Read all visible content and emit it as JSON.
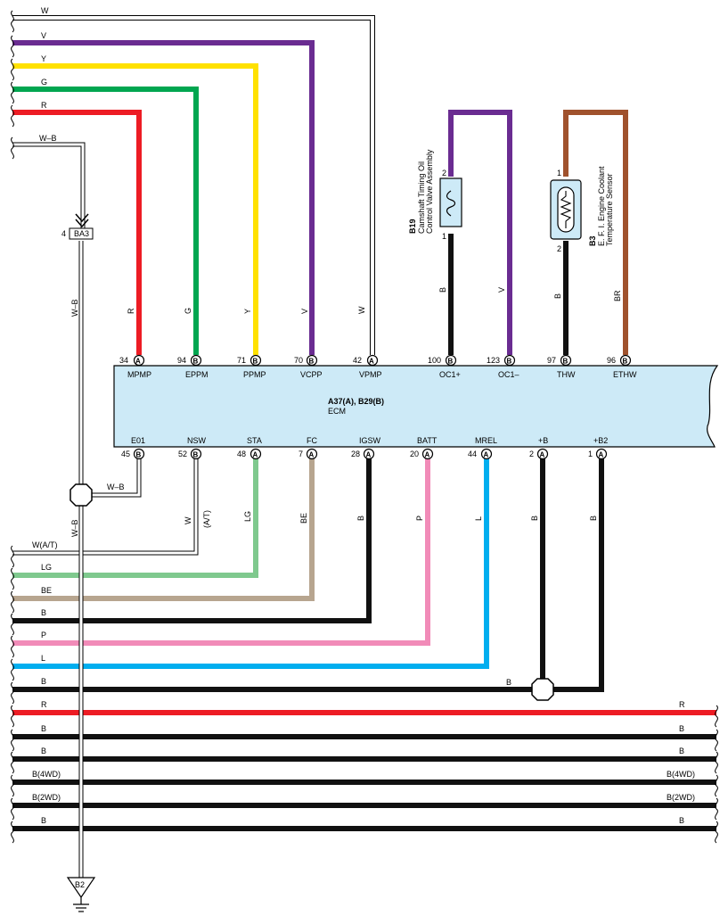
{
  "colors": {
    "W": "#ffffff",
    "V": "#6a2c91",
    "Y": "#ffe100",
    "G": "#00a650",
    "R": "#ed1c24",
    "B": "#111111",
    "BR": "#a0522d",
    "LG": "#7fc98e",
    "BE": "#b7a58f",
    "P": "#f18bb8",
    "L": "#00aeef",
    "ECM": "#cdeaf7"
  },
  "top_wires": [
    {
      "label": "W"
    },
    {
      "label": "V"
    },
    {
      "label": "Y"
    },
    {
      "label": "G"
    },
    {
      "label": "R"
    }
  ],
  "ground_top": {
    "wire_label": "W–B",
    "connector": "BA3",
    "connector_pin": "4",
    "vertical_label": "W–B"
  },
  "ecm": {
    "title": "A37(A), B29(B)",
    "subtitle": "ECM"
  },
  "top_pins": [
    {
      "num": "34",
      "conn": "A",
      "name": "MPMP",
      "wire": "R"
    },
    {
      "num": "94",
      "conn": "B",
      "name": "EPPM",
      "wire": "G"
    },
    {
      "num": "71",
      "conn": "B",
      "name": "PPMP",
      "wire": "Y"
    },
    {
      "num": "70",
      "conn": "B",
      "name": "VCPP",
      "wire": "V"
    },
    {
      "num": "42",
      "conn": "A",
      "name": "VPMP",
      "wire": "W"
    },
    {
      "num": "100",
      "conn": "B",
      "name": "OC1+",
      "wire": "B"
    },
    {
      "num": "123",
      "conn": "B",
      "name": "OC1–",
      "wire": "V"
    },
    {
      "num": "97",
      "conn": "B",
      "name": "THW",
      "wire": "B"
    },
    {
      "num": "96",
      "conn": "B",
      "name": "ETHW",
      "wire": "BR"
    }
  ],
  "bottom_pins": [
    {
      "num": "45",
      "conn": "B",
      "name": "E01",
      "wire": "W–B"
    },
    {
      "num": "52",
      "conn": "B",
      "name": "NSW",
      "wire": "W"
    },
    {
      "num": "48",
      "conn": "A",
      "name": "STA",
      "wire": "LG"
    },
    {
      "num": "7",
      "conn": "A",
      "name": "FC",
      "wire": "BE"
    },
    {
      "num": "28",
      "conn": "A",
      "name": "IGSW",
      "wire": "B"
    },
    {
      "num": "20",
      "conn": "A",
      "name": "BATT",
      "wire": "P"
    },
    {
      "num": "44",
      "conn": "A",
      "name": "MREL",
      "wire": "L"
    },
    {
      "num": "2",
      "conn": "A",
      "name": "+B",
      "wire": "B"
    },
    {
      "num": "1",
      "conn": "A",
      "name": "+B2",
      "wire": "B"
    }
  ],
  "components": {
    "b19": {
      "code": "B19",
      "line1": "Camshaft Timing Oil",
      "line2": "Control Valve Assembly",
      "pin_top": "2",
      "pin_bottom": "1"
    },
    "b3": {
      "code": "B3",
      "line1": "E. F. I. Engine Coolant",
      "line2": "Temperature Sensor",
      "pin_top": "1",
      "pin_bottom": "2"
    }
  },
  "nsw_note": "(A/T)",
  "splice1_label": "W–B",
  "splice2_label": "B",
  "left_wires": [
    {
      "label": "W(A/T)"
    },
    {
      "label": "LG"
    },
    {
      "label": "BE"
    },
    {
      "label": "B"
    },
    {
      "label": "P"
    },
    {
      "label": "L"
    },
    {
      "label": "B"
    }
  ],
  "through_wires": [
    {
      "left": "R",
      "right": "R",
      "color": "R"
    },
    {
      "left": "B",
      "right": "B",
      "color": "B"
    },
    {
      "left": "B",
      "right": "B",
      "color": "B"
    },
    {
      "left": "B(4WD)",
      "right": "B(4WD)",
      "color": "B"
    },
    {
      "left": "B(2WD)",
      "right": "B(2WD)",
      "color": "B"
    },
    {
      "left": "B",
      "right": "B",
      "color": "B"
    }
  ],
  "ground_bottom": {
    "code": "B2"
  }
}
